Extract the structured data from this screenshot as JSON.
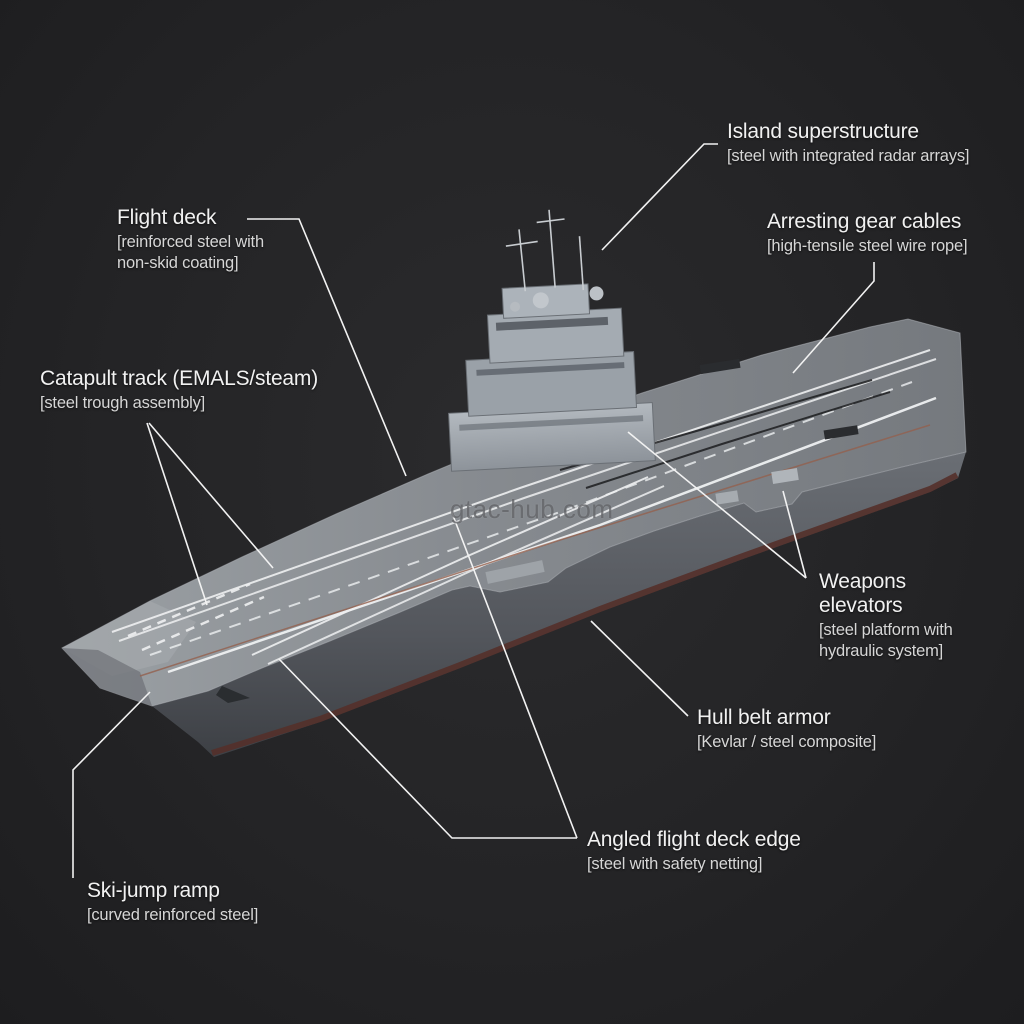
{
  "page": {
    "background_color": "#242426",
    "leader_line_color": "#f2f2f2",
    "label_title_color": "#f1f1f1",
    "label_detail_color": "#d6d6d6"
  },
  "watermark": {
    "text": "gtac-hub.com"
  },
  "illustration": {
    "subject": "aircraft-carrier-3d-render",
    "deck_color": "#8a8e93",
    "hull_color": "#565a60",
    "waterline_color": "#54302a",
    "island_color": "#9aa0a7",
    "marking_color": "#eef0f1"
  },
  "labels": [
    {
      "id": "island-superstructure",
      "title": "Island superstructure",
      "detail": "[steel with integrated radar arrays]"
    },
    {
      "id": "flight-deck",
      "title": "Flight deck",
      "detail": "[reinforced steel with non-skid coating]"
    },
    {
      "id": "arresting-gear-cables",
      "title": "Arresting gear cables",
      "detail": "[high-tensıle steel wire rope]"
    },
    {
      "id": "catapult-track",
      "title": "Catapult track (EMALS/steam)",
      "detail": "[steel trough assembly]"
    },
    {
      "id": "weapons-elevators",
      "title": "Weapons elevators",
      "detail": "[steel platform with hydraulic system]"
    },
    {
      "id": "hull-belt-armor",
      "title": "Hull belt armor",
      "detail": "[Kevlar / steel composite]"
    },
    {
      "id": "angled-flight-deck-edge",
      "title": "Angled flight deck edge",
      "detail": "[steel with safety netting]"
    },
    {
      "id": "ski-jump-ramp",
      "title": "Ski-jump ramp",
      "detail": "[curved reinforced steel]"
    }
  ]
}
